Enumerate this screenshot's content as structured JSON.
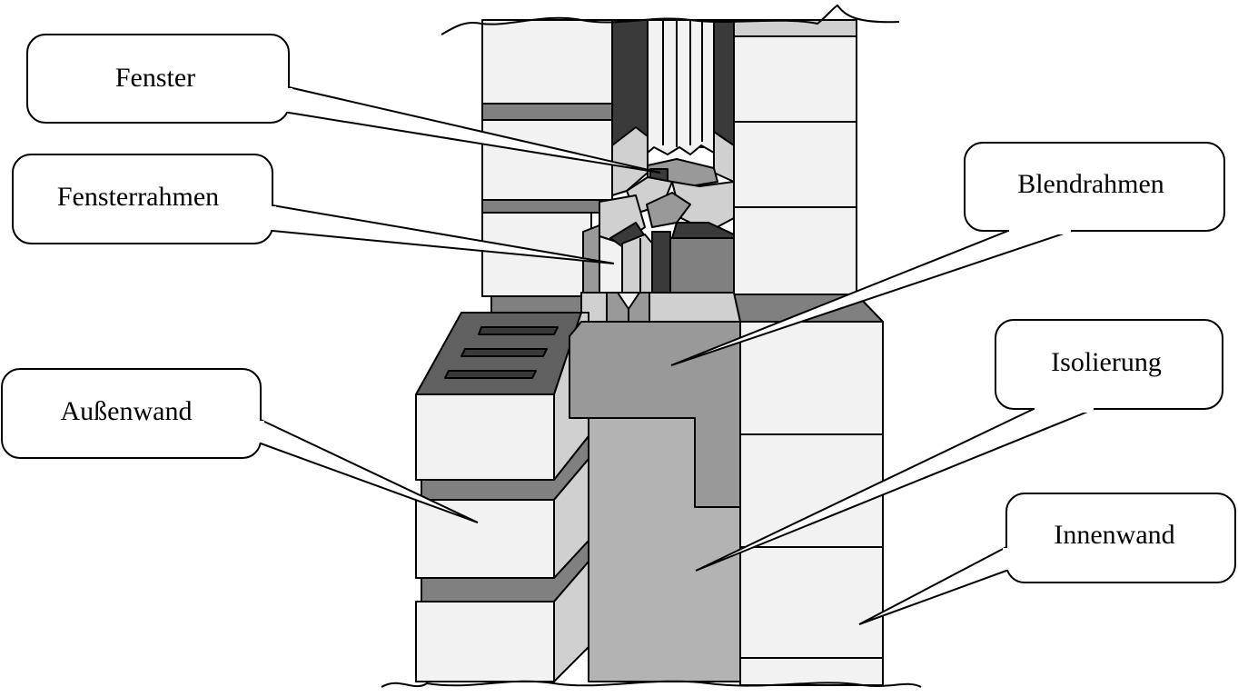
{
  "labels": {
    "fenster": "Fenster",
    "fensterrahmen": "Fensterrahmen",
    "aussenwand": "Außenwand",
    "blendrahmen": "Blendrahmen",
    "isolierung": "Isolierung",
    "innenwand": "Innenwand"
  },
  "colors": {
    "brick_light": "#f2f2f2",
    "brick_mid": "#d0d0d0",
    "mortar": "#808080",
    "top_dark": "#606060",
    "frame_dark": "#3a3a3a",
    "blend": "#999999",
    "insulation": "#b3b3b3"
  }
}
